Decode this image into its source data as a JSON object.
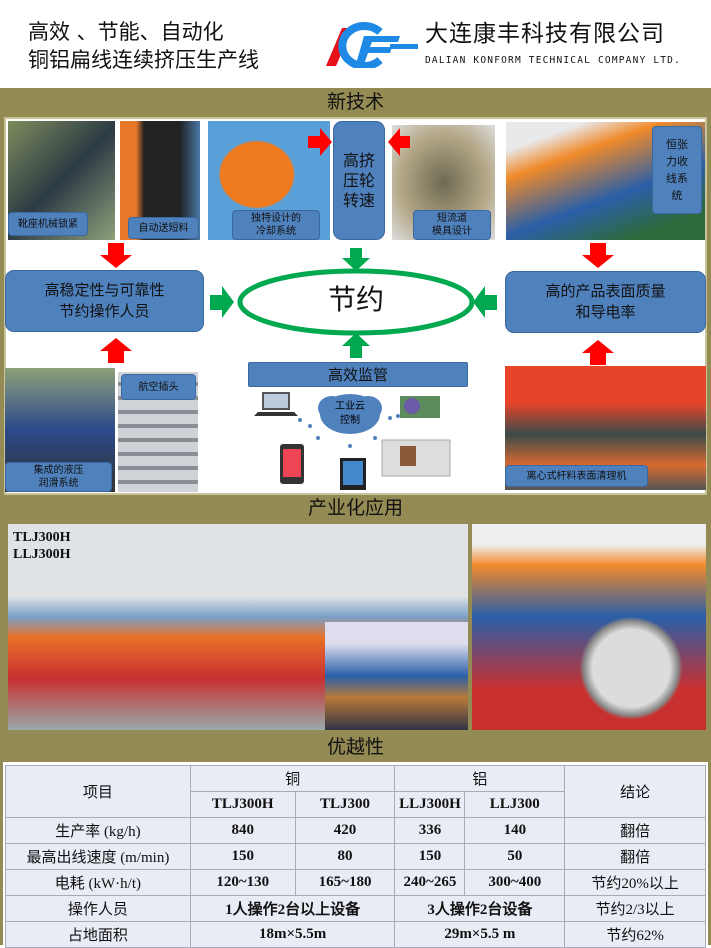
{
  "header": {
    "title_line1": "高效 、节能、自动化",
    "title_line2": "铜铝扁线连续挤压生产线",
    "company_cn": "大连康丰科技有限公司",
    "company_en": "DALIAN KONFORM TECHNICAL COMPANY LTD.",
    "logo_text": "KF"
  },
  "sections": {
    "tech": "新技术",
    "application": "产业化应用",
    "advantage": "优越性"
  },
  "tech": {
    "photo_labels": {
      "boot_lock": "靴座机械锁紧",
      "auto_feed": "自动送短料",
      "cooling_l1": "独特设计的",
      "cooling_l2": "冷却系统",
      "high_speed": "高挤压轮转速",
      "die_l1": "短流道",
      "die_l2": "模具设计",
      "tension": "恒张力收线系统",
      "hydraulic_l1": "集成的液压",
      "hydraulic_l2": "润滑系统",
      "plug": "航空插头",
      "cleaner": "离心式杆料表面清理机"
    },
    "left_box_l1": "高稳定性与可靠性",
    "left_box_l2": "节约操作人员",
    "right_box_l1": "高的产品表面质量",
    "right_box_l2": "和导电率",
    "center": "节约",
    "monitor": "高效监管",
    "cloud_l1": "工业云",
    "cloud_l2": "控制"
  },
  "application": {
    "model1": "TLJ300H",
    "model2": "LLJ300H"
  },
  "table": {
    "h_item": "项目",
    "h_cu": "铜",
    "h_al": "铝",
    "h_conclusion": "结论",
    "models": [
      "TLJ300H",
      "TLJ300",
      "LLJ300H",
      "LLJ300"
    ],
    "rows": [
      {
        "label": "生产率 (kg/h)",
        "values": [
          "840",
          "420",
          "336",
          "140"
        ],
        "conclusion": "翻倍"
      },
      {
        "label": "最高出线速度 (m/min)",
        "values": [
          "150",
          "80",
          "150",
          "50"
        ],
        "conclusion": "翻倍"
      },
      {
        "label": "电耗 (kW·h/t)",
        "values": [
          "120~130",
          "165~180",
          "240~265",
          "300~400"
        ],
        "conclusion": "节约20%以上"
      }
    ],
    "operators": {
      "label": "操作人员",
      "cu": "1人操作2台以上设备",
      "al": "3人操作2台设备",
      "conclusion": "节约2/3以上"
    },
    "area": {
      "label": "占地面积",
      "cu": "18m×5.5m",
      "al": "29m×5.5 m",
      "conclusion": "节约62%"
    }
  },
  "colors": {
    "olive": "#948a54",
    "blue": "#4f81bd",
    "red": "#ff0000",
    "green": "#00a84f"
  }
}
